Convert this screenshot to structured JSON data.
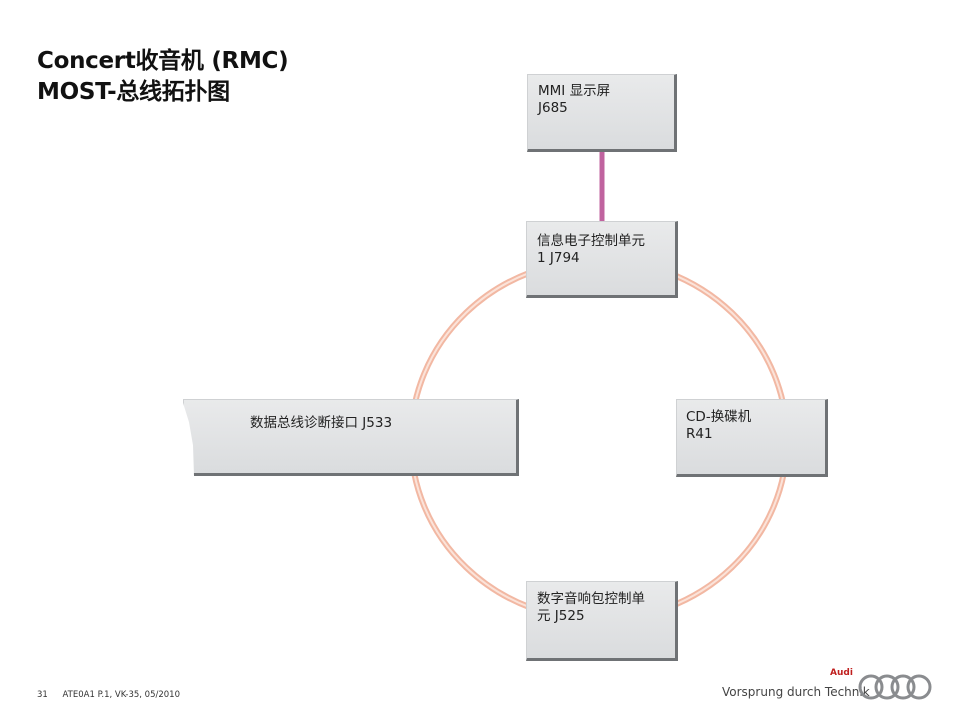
{
  "title": {
    "line1": "Concert收音机 (RMC)",
    "line2": "MOST-总线拓扑图"
  },
  "nodes": {
    "mmi": {
      "line1": "MMI 显示屏",
      "line2": "J685"
    },
    "j794": {
      "line1": "信息电子控制单元",
      "line2": "1   J794"
    },
    "cd": {
      "line1": "CD-换碟机",
      "line2": "R41"
    },
    "j525": {
      "line1": "数字音响包控制单",
      "line2": "元   J525"
    },
    "j533": {
      "line1": "数据总线诊断接口    J533"
    }
  },
  "colors": {
    "ring": "#f2b8a3",
    "link": "#c0639f",
    "box_shadow": "#6f7275",
    "brand_red": "#c0201f"
  },
  "footer": {
    "page": "31",
    "ref": "ATE0A1 P.1, VK-35, 05/2010",
    "brand": "Audi",
    "slogan": "Vorsprung durch Technik"
  }
}
